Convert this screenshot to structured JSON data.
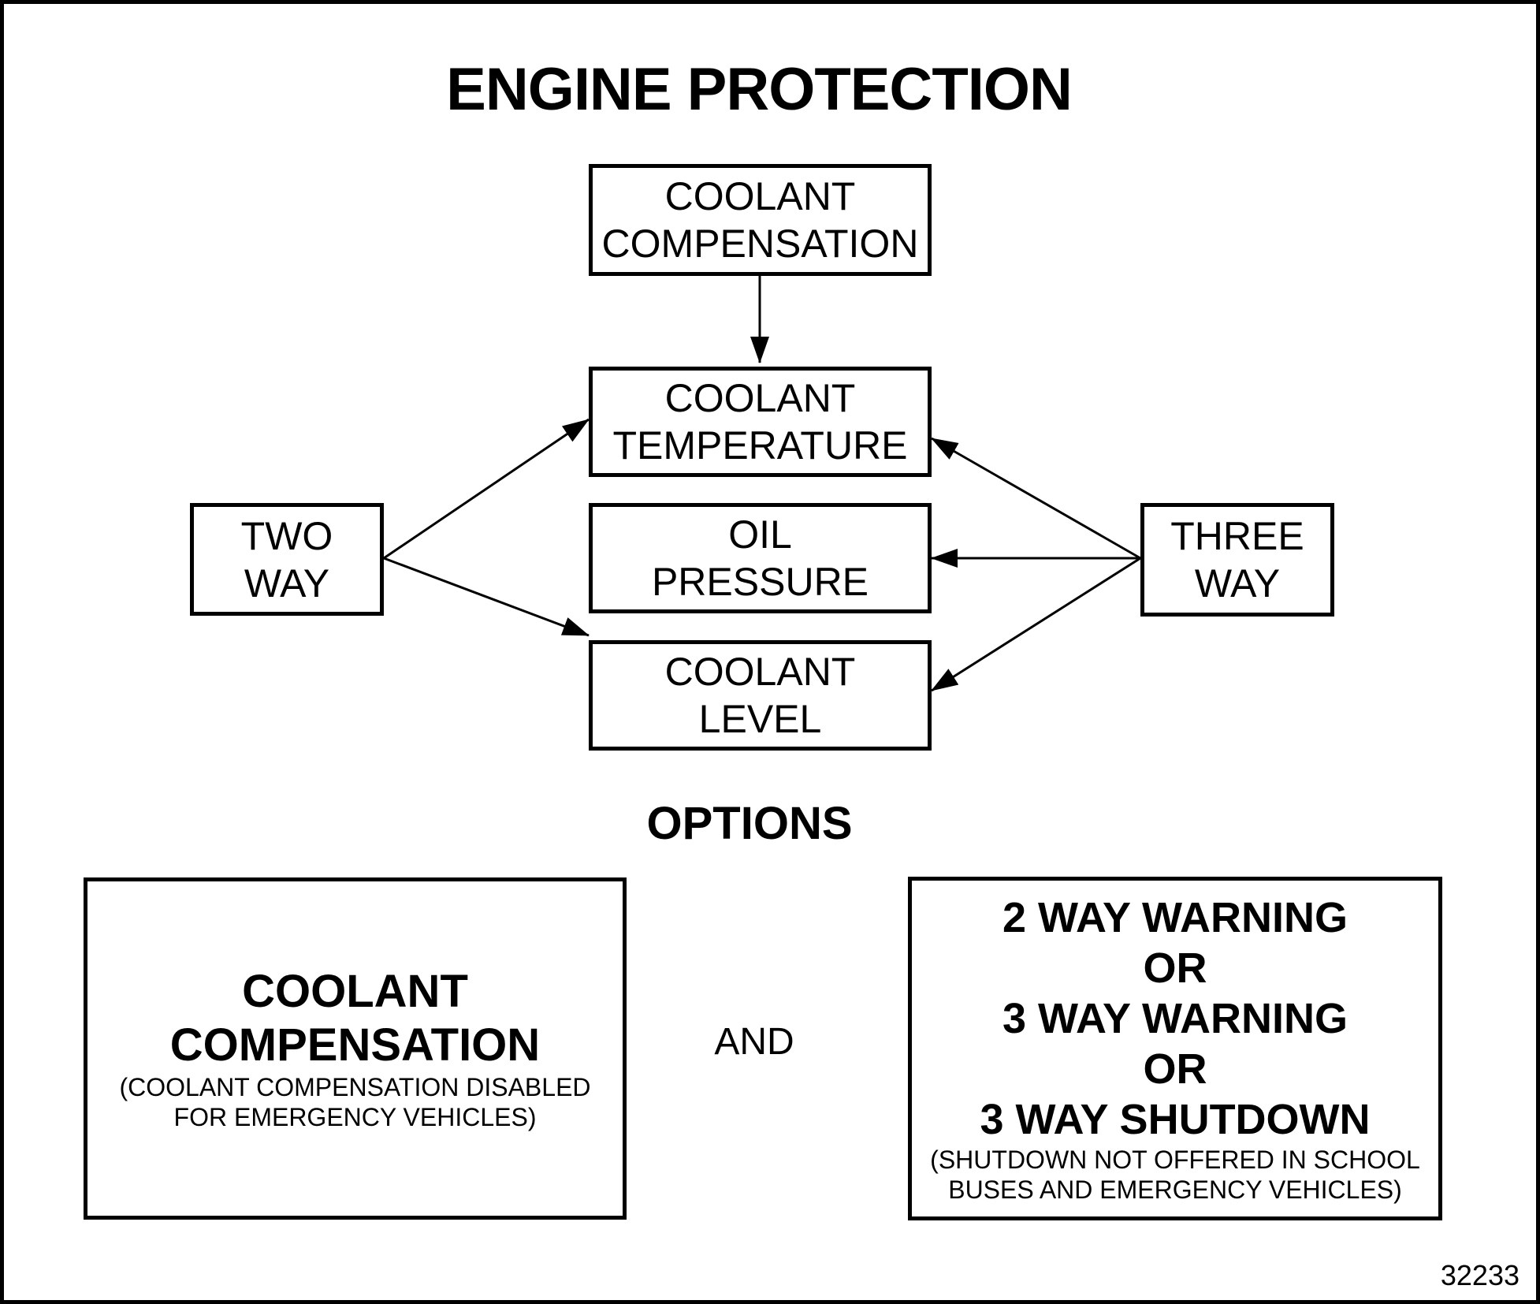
{
  "diagram": {
    "title": "ENGINE PROTECTION",
    "figure_number": "32233",
    "colors": {
      "ink": "#000000",
      "paper": "#ffffff"
    },
    "nodes": {
      "coolant_compensation": {
        "line1": "COOLANT",
        "line2": "COMPENSATION"
      },
      "coolant_temperature": {
        "line1": "COOLANT",
        "line2": "TEMPERATURE"
      },
      "oil_pressure": {
        "line1": "OIL",
        "line2": "PRESSURE"
      },
      "coolant_level": {
        "line1": "COOLANT",
        "line2": "LEVEL"
      },
      "two_way": {
        "line1": "TWO",
        "line2": "WAY"
      },
      "three_way": {
        "line1": "THREE",
        "line2": "WAY"
      }
    },
    "options": {
      "heading": "OPTIONS",
      "connector": "AND",
      "left": {
        "line1": "COOLANT",
        "line2": "COMPENSATION",
        "note1": "(COOLANT COMPENSATION DISABLED",
        "note2": "FOR EMERGENCY VEHICLES)"
      },
      "right": {
        "line1": "2 WAY WARNING",
        "line2": "OR",
        "line3": "3 WAY WARNING",
        "line4": "OR",
        "line5": "3 WAY SHUTDOWN",
        "note1": "(SHUTDOWN NOT OFFERED IN SCHOOL",
        "note2": "BUSES AND EMERGENCY VEHICLES)"
      }
    }
  }
}
